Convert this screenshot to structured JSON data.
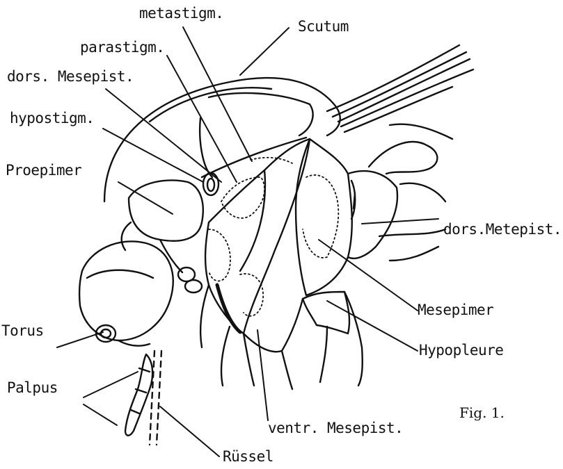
{
  "labels": {
    "metastigm": "metastigm.",
    "scutum": "Scutum",
    "parastigm": "parastigm.",
    "dors_mesepist": "dors. Mesepist.",
    "hypostigm": "hypostigm.",
    "proepimer": "Proepimer",
    "dors_metepist": "dors.Metepist.",
    "mesepimer": "Mesepimer",
    "torus": "Torus",
    "hypopleure": "Hypopleure",
    "palpus": "Palpus",
    "ventr_mesepist": "ventr. Mesepist.",
    "russel": "Rüssel"
  },
  "caption": "Fig. 1."
}
